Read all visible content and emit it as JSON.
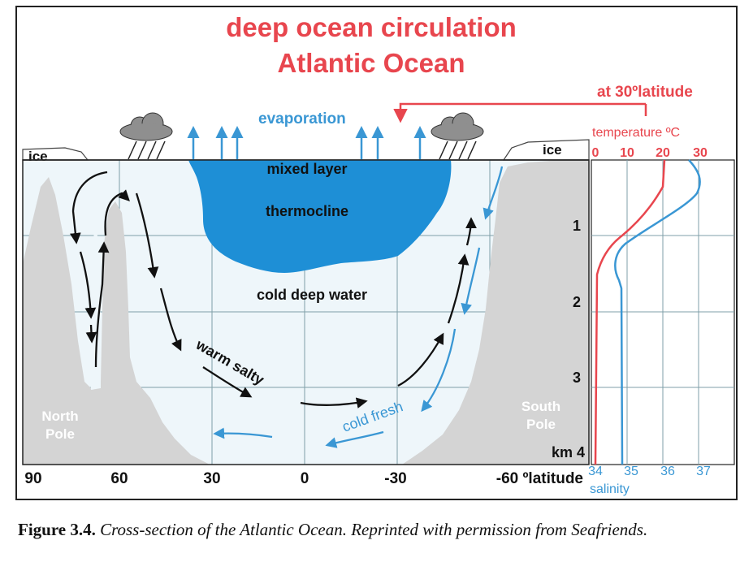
{
  "title_line1": "deep ocean circulation",
  "title_line2": "Atlantic Ocean",
  "callout_latitude": "at 30ºlatitude",
  "label_evaporation": "evaporation",
  "label_ice_left": "ice",
  "label_ice_right": "ice",
  "label_mixed_layer": "mixed layer",
  "label_thermocline": "thermocline",
  "label_cold_deep_water": "cold deep water",
  "label_warm_salty": "warm salty",
  "label_cold_fresh": "cold fresh",
  "label_north_pole": [
    "North",
    "Pole"
  ],
  "label_south_pole": [
    "South",
    "Pole"
  ],
  "depth_ticks": [
    "1",
    "2",
    "3",
    "km 4"
  ],
  "latitude_ticks": [
    "90",
    "60",
    "30",
    "0",
    "-30",
    "-60 ºlatitude"
  ],
  "profile_panel": {
    "temperature_title": "temperature ºC",
    "temperature_ticks": [
      "0",
      "10",
      "20",
      "30"
    ],
    "salinity_title": "salinity",
    "salinity_ticks": [
      "34",
      "35",
      "36",
      "37"
    ]
  },
  "colors": {
    "title_red": "#e8464e",
    "water_blue": "#1e8fd6",
    "arrow_blue": "#3a97d4",
    "cloud_gray": "#8f8f8f",
    "land_gray": "#d3d3d3",
    "grid": "#8aa"
  },
  "caption": {
    "label": "Figure 3.4.",
    "text": "Cross-section of the Atlantic Ocean. Reprinted with permission from Seafriends."
  }
}
